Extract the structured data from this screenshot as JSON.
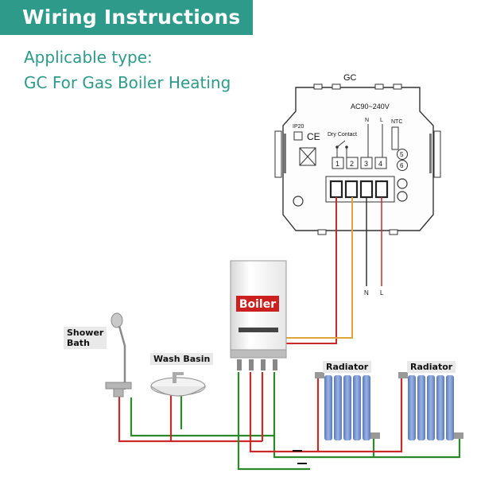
{
  "header": {
    "title": "Wiring Instructions",
    "applicable_line1": "Applicable type:",
    "applicable_line2": "GC For Gas Boiler Heating"
  },
  "thermostat": {
    "model": "GC",
    "voltage": "AC90~240V",
    "ip_rating": "IP20",
    "ce_mark": "CE",
    "dry_contact": "Dry Contact",
    "n_label": "N",
    "l_label": "L",
    "ntc_label": "NTC",
    "terminals": [
      "1",
      "2",
      "3",
      "4"
    ],
    "ntc_terminals": [
      "5",
      "6"
    ],
    "n_wire_label": "N",
    "l_wire_label": "L"
  },
  "boiler": {
    "label": "Boiler"
  },
  "labels": {
    "shower_line1": "Shower",
    "shower_line2": "Bath",
    "wash_basin": "Wash Basin",
    "radiator_1": "Radiator",
    "radiator_2": "Radiator"
  },
  "colors": {
    "accent": "#2e9a8a",
    "hot_pipe": "#cc2a2a",
    "cold_pipe": "#2a8a2a",
    "signal_wire": "#e0a53a",
    "boiler_red": "#cc1f1f",
    "radiator": "#6f8fc7"
  }
}
